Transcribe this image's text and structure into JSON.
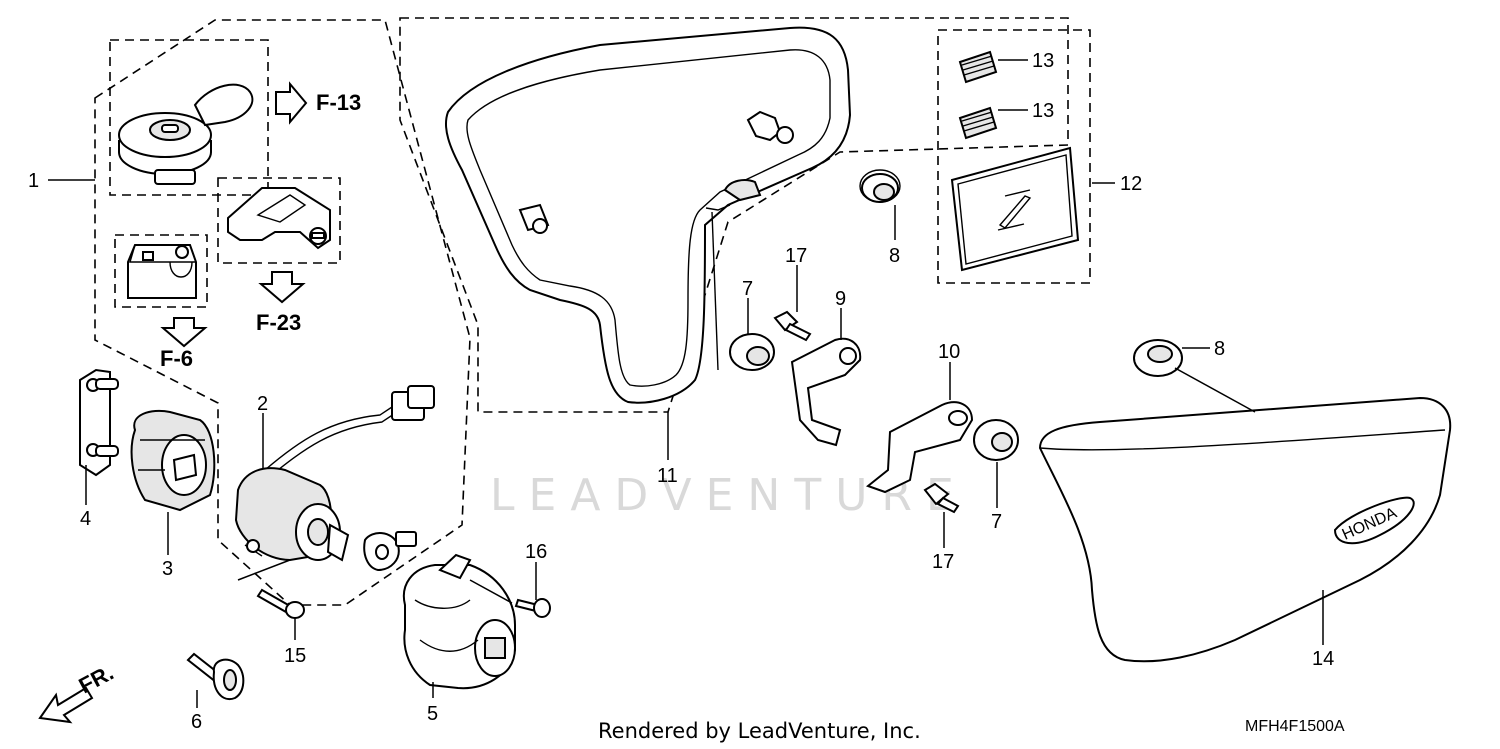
{
  "watermark": "LEADVENTURE",
  "footer": {
    "rendered_by": "Rendered by LeadVenture, Inc.",
    "diagram_code": "MFH4F1500A"
  },
  "references": {
    "f13": "F-13",
    "f23": "F-23",
    "f6": "F-6"
  },
  "direction": {
    "front": "FR."
  },
  "brand_emblem": "HONDA",
  "callouts": {
    "c1": "1",
    "c2": "2",
    "c3": "3",
    "c4": "4",
    "c5": "5",
    "c6": "6",
    "c7a": "7",
    "c7b": "7",
    "c8a": "8",
    "c8b": "8",
    "c9": "9",
    "c10": "10",
    "c11": "11",
    "c12": "12",
    "c13a": "13",
    "c13b": "13",
    "c14": "14",
    "c15": "15",
    "c16": "16",
    "c17a": "17",
    "c17b": "17"
  }
}
